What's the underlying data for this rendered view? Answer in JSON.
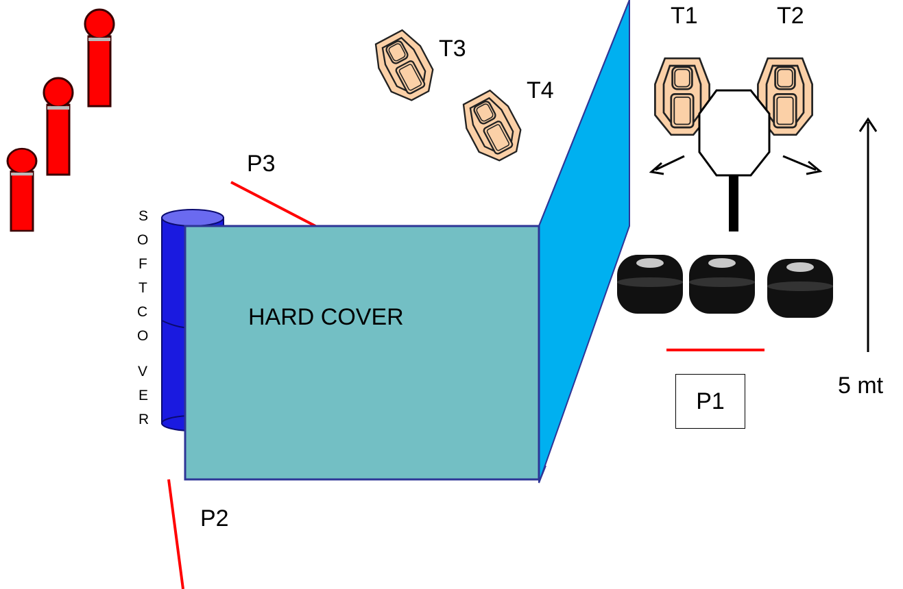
{
  "labels": {
    "hard_cover": "HARD COVER",
    "soft_cover_letters": [
      "S",
      "O",
      "F",
      "T",
      "C",
      "O",
      "V",
      "E",
      "R"
    ],
    "t1": "T1",
    "t2": "T2",
    "t3": "T3",
    "t4": "T4",
    "p1": "P1",
    "p2": "P2",
    "p3": "P3",
    "distance": "5 mt"
  },
  "colors": {
    "hard_cover_fill": "#73bfc4",
    "hard_cover_border": "#2e3596",
    "wall_fill": "#00b0f0",
    "barrel_side": "#1a1ae0",
    "barrel_top": "#6a6af0",
    "target_fill": "#fbd0a7",
    "cone_red": "#ff0000",
    "tire_black": "#111111",
    "fault_line_red": "#ff0000"
  },
  "icons": {
    "cone": "traffic-cone-icon",
    "target": "ipsc-target-icon",
    "popper": "popper-target-icon",
    "tire": "tire-icon",
    "barrel": "barrel-icon"
  }
}
